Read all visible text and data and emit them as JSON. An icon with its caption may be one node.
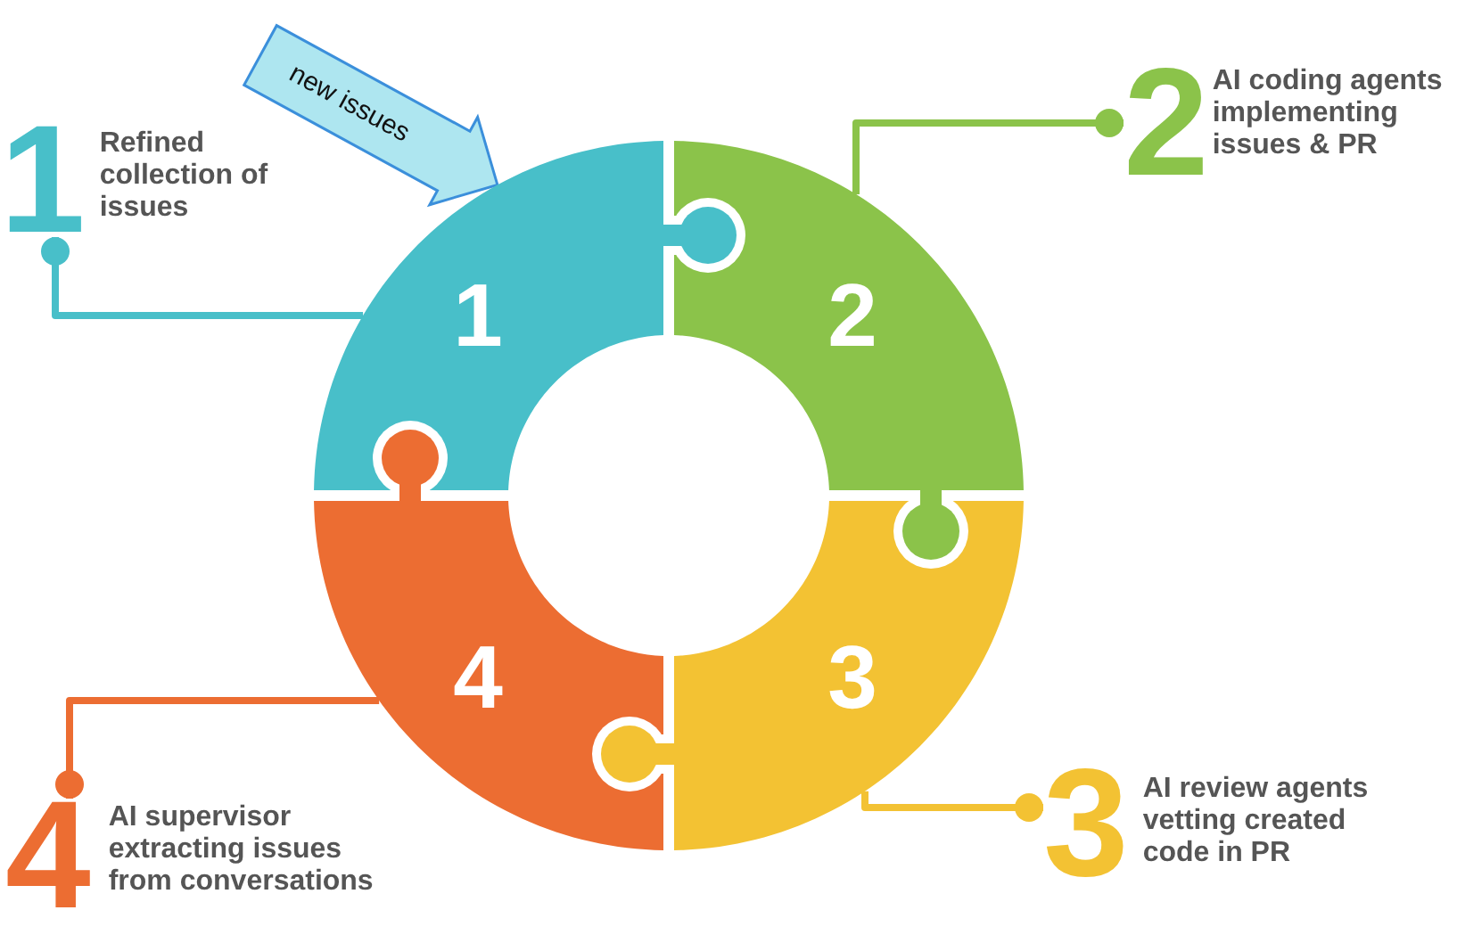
{
  "diagram": {
    "nodes": [
      {
        "text": [
          "1",
          "Refined collection of issues"
        ]
      },
      {
        "text": [
          "2",
          "AI coding agents implementing issues & PR"
        ]
      },
      {
        "text": [
          "1"
        ]
      },
      {
        "text": [
          "2"
        ]
      },
      {
        "text": [
          "4"
        ]
      },
      {
        "text": [
          "3"
        ]
      },
      {
        "text": [
          "3",
          "AI review agents vetting created code in PR"
        ]
      },
      {
        "text": [
          "4",
          "AI supervisor extracting issues from conversations"
        ]
      }
    ],
    "edges": [
      {
        "from": null,
        "to": 2,
        "arrow": "to",
        "label": "new issues",
        "style": "thick",
        "color": "#3b8fdb"
      },
      {
        "from": 0,
        "to": 2,
        "arrow": "other",
        "color": "#48bfc9"
      },
      {
        "from": 1,
        "to": 3,
        "arrow": "other",
        "color": "#8bc34a"
      },
      {
        "from": 6,
        "to": 5,
        "arrow": "other",
        "color": "#f3c233"
      },
      {
        "from": 7,
        "to": 4,
        "arrow": "other",
        "color": "#ec6d32"
      }
    ]
  }
}
